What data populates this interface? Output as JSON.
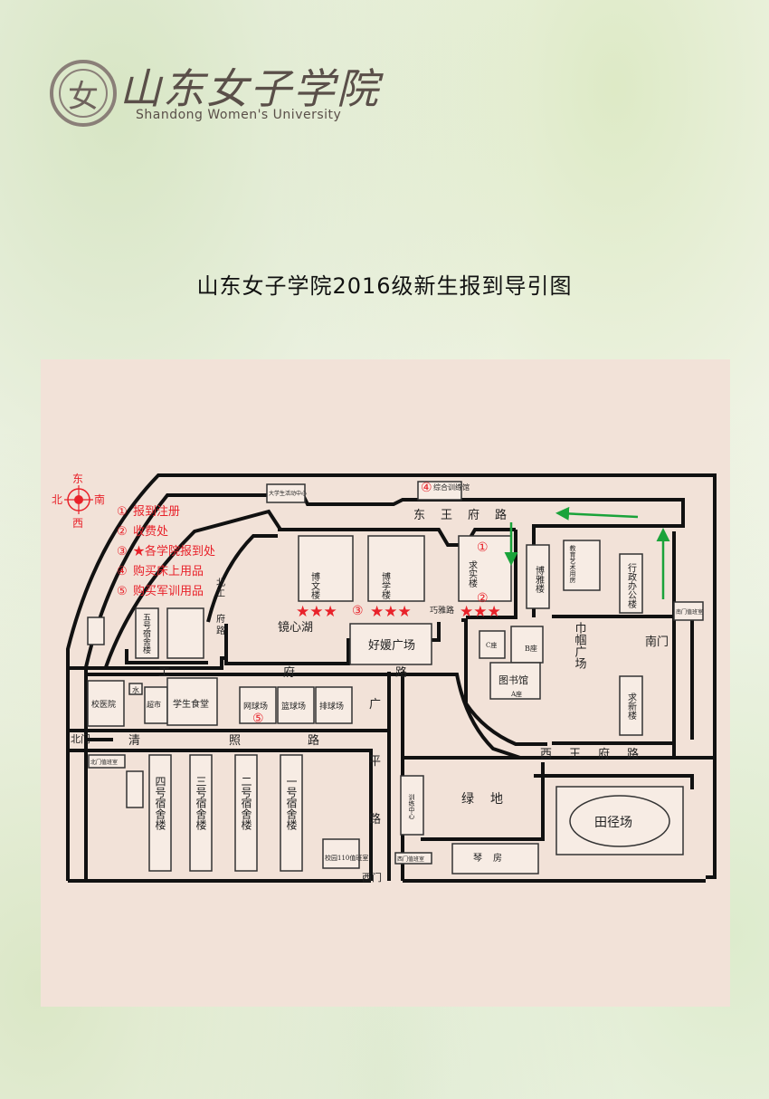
{
  "header": {
    "logo_glyph": "女",
    "cn_name": "山东女子学院",
    "en_name": "Shandong Women's University"
  },
  "title": "山东女子学院2016级新生报到导引图",
  "compass": {
    "north": "北",
    "south": "南",
    "east": "东",
    "west": "西"
  },
  "legend": [
    {
      "num": "①",
      "text": "报到注册"
    },
    {
      "num": "②",
      "text": "收费处"
    },
    {
      "num": "③",
      "text": "★各学院报到处"
    },
    {
      "num": "④",
      "text": "购买床上用品"
    },
    {
      "num": "⑤",
      "text": "购买军训用品"
    }
  ],
  "markers": {
    "m1": "①",
    "m2": "②",
    "m3": "③",
    "m4": "④",
    "m5": "⑤"
  },
  "roads": {
    "east_wangfu_1": "东",
    "east_wangfu_2": "王",
    "east_wangfu_3": "府",
    "east_wangfu_4": "路",
    "qiaoya": "巧雅路",
    "beigongfu_1": "北",
    "beigongfu_2": "工",
    "beigongfu_3": "府",
    "beigongfu_4": "路",
    "gongfu_1": "工",
    "gongfu_2": "府",
    "gongfu_3": "路",
    "qingzhao_1": "清",
    "qingzhao_2": "照",
    "qingzhao_3": "路",
    "guangping_1": "广",
    "guangping_2": "平",
    "guangping_3": "路",
    "west_wangfu_1": "西",
    "west_wangfu_2": "王",
    "west_wangfu_3": "府",
    "west_wangfu_4": "路"
  },
  "buildings": {
    "bowen": "博文楼",
    "boxue": "博学楼",
    "qiushi": "求实楼",
    "boya": "博雅楼",
    "jiaoyu": "教育艺术用房",
    "xingzheng": "行政办公楼",
    "qiuxin": "求新楼",
    "jingxin_lake": "镜心湖",
    "haoyuan_square": "好媛广场",
    "jinguo_square": "巾帼广场",
    "library": "图书馆",
    "library_a": "A座",
    "library_b": "B座",
    "library_c": "C座",
    "zonghe": "综合训练馆",
    "daxuesheng": "大学生活动中心",
    "dorm5": "五号宿舍楼",
    "xiaoyiyuan": "校医院",
    "chaoshi": "超市",
    "canteen": "学生食堂",
    "water": "水",
    "wangqiu": "网球场",
    "lanqiu": "篮球场",
    "paiqiu": "排球场",
    "dorm4": "四号宿舍楼",
    "dorm3": "三号宿舍楼",
    "dorm2": "二号宿舍楼",
    "dorm1": "一号宿舍楼",
    "xunlian": "训练中心",
    "lvdi": "绿地",
    "qinfang": "琴房",
    "tianjing": "田径场",
    "police": "校园110值班室"
  },
  "gates": {
    "north": "北门",
    "south": "南门",
    "west": "西门",
    "north_guard": "北门值班室",
    "south_guard": "南门值班室",
    "west_guard": "西门值班室"
  },
  "colors": {
    "map_bg": "#f2e2d8",
    "wall": "#111111",
    "accent_red": "#e8222a",
    "arrow_green": "#1aa33a"
  }
}
